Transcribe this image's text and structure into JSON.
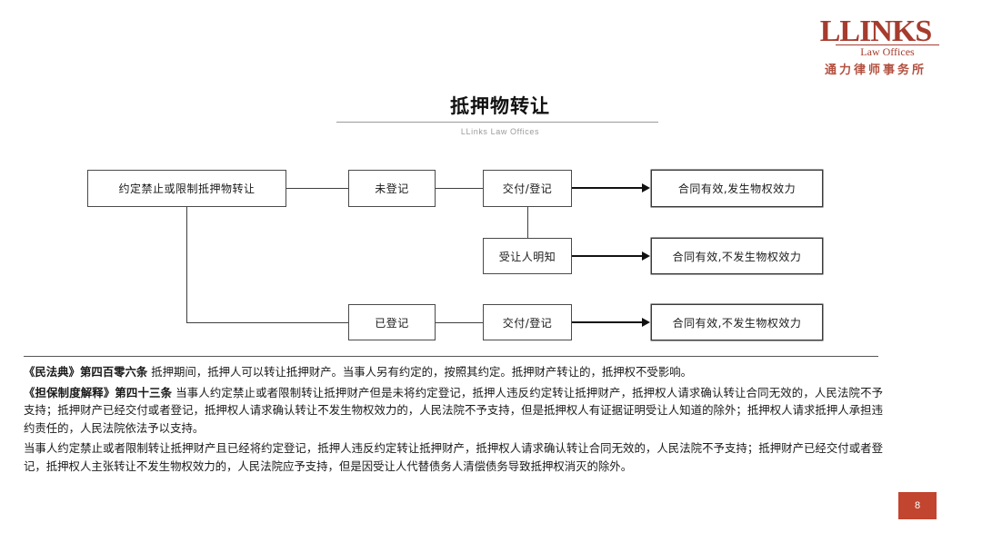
{
  "logo": {
    "main": "LLINKS",
    "sub": "Law Offices",
    "cn": "通力律师事务所",
    "color": "#a63c2e"
  },
  "title": {
    "heading": "抵押物转让",
    "subtitle": "LLinks Law Offices"
  },
  "flow": {
    "nodes": {
      "source": "约定禁止或限制抵押物转让",
      "unregistered": "未登记",
      "delivery_register_top": "交付/登记",
      "transferee_aware": "受让人明知",
      "registered": "已登记",
      "delivery_register_bottom": "交付/登记",
      "result_top": "合同有效,发生物权效力",
      "result_middle": "合同有效,不发生物权效力",
      "result_bottom": "合同有效,不发生物权效力"
    }
  },
  "body": {
    "para1_lead": "《民法典》第四百零六条",
    "para1_text": "抵押期间，抵押人可以转让抵押财产。当事人另有约定的，按照其约定。抵押财产转让的，抵押权不受影响。",
    "para2_lead": "《担保制度解释》第四十三条",
    "para2_text": "当事人约定禁止或者限制转让抵押财产但是未将约定登记，抵押人违反约定转让抵押财产，抵押权人请求确认转让合同无效的，人民法院不予支持；抵押财产已经交付或者登记，抵押权人请求确认转让不发生物权效力的，人民法院不予支持，但是抵押权人有证据证明受让人知道的除外；抵押权人请求抵押人承担违约责任的，人民法院依法予以支持。",
    "para3_text": "当事人约定禁止或者限制转让抵押财产且已经将约定登记，抵押人违反约定转让抵押财产，抵押权人请求确认转让合同无效的，人民法院不予支持；抵押财产已经交付或者登记，抵押权人主张转让不发生物权效力的，人民法院应予支持，但是因受让人代替债务人清偿债务导致抵押权消灭的除外。"
  },
  "page": {
    "number": "8",
    "badge_color": "#c2452f"
  }
}
